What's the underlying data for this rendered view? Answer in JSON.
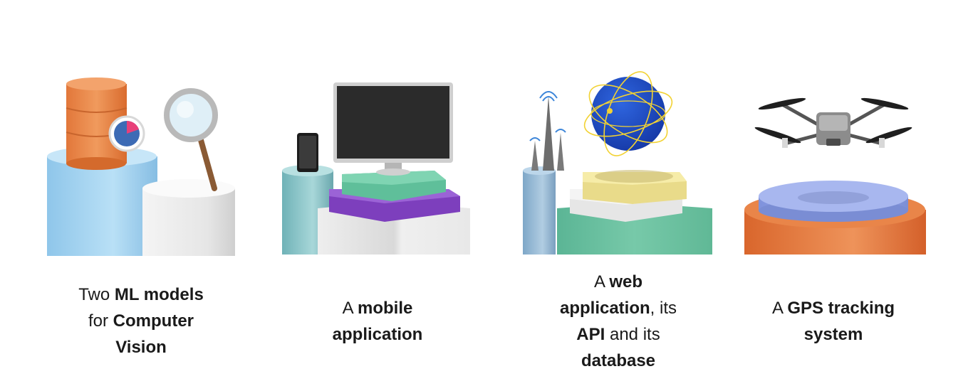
{
  "cards": [
    {
      "caption_lines": [
        [
          {
            "t": "Two ",
            "b": false
          },
          {
            "t": "ML models",
            "b": true
          }
        ],
        [
          {
            "t": "for ",
            "b": false
          },
          {
            "t": "Computer",
            "b": true
          }
        ],
        [
          {
            "t": "Vision",
            "b": true
          }
        ]
      ],
      "icons": [
        "database-icon",
        "pie-chart-icon",
        "magnifier-icon"
      ]
    },
    {
      "caption_lines": [
        [
          {
            "t": "A ",
            "b": false
          },
          {
            "t": "mobile",
            "b": true
          }
        ],
        [
          {
            "t": "application",
            "b": true
          }
        ]
      ],
      "icons": [
        "smartphone-icon",
        "monitor-icon"
      ]
    },
    {
      "caption_lines": [
        [
          {
            "t": "A ",
            "b": false
          },
          {
            "t": "web",
            "b": true
          }
        ],
        [
          {
            "t": "application",
            "b": true
          },
          {
            "t": ", its",
            "b": false
          }
        ],
        [
          {
            "t": "API",
            "b": true
          },
          {
            "t": " and its",
            "b": false
          }
        ],
        [
          {
            "t": "database",
            "b": true
          }
        ]
      ],
      "icons": [
        "antenna-icon",
        "globe-icon"
      ]
    },
    {
      "caption_lines": [
        [
          {
            "t": "A ",
            "b": false
          },
          {
            "t": "GPS tracking",
            "b": true
          }
        ],
        [
          {
            "t": "system",
            "b": true
          }
        ]
      ],
      "icons": [
        "drone-icon"
      ]
    }
  ],
  "colors": {
    "orange": "#e8844a",
    "light_blue": "#a9d6f2",
    "teal": "#7fbcbf",
    "green": "#6cc4a3",
    "purple": "#8a4fc4",
    "yellow": "#f1e49a",
    "globe_blue": "#1f4fc9",
    "gray": "#dcdcdc",
    "periwinkle": "#95a6e6"
  }
}
